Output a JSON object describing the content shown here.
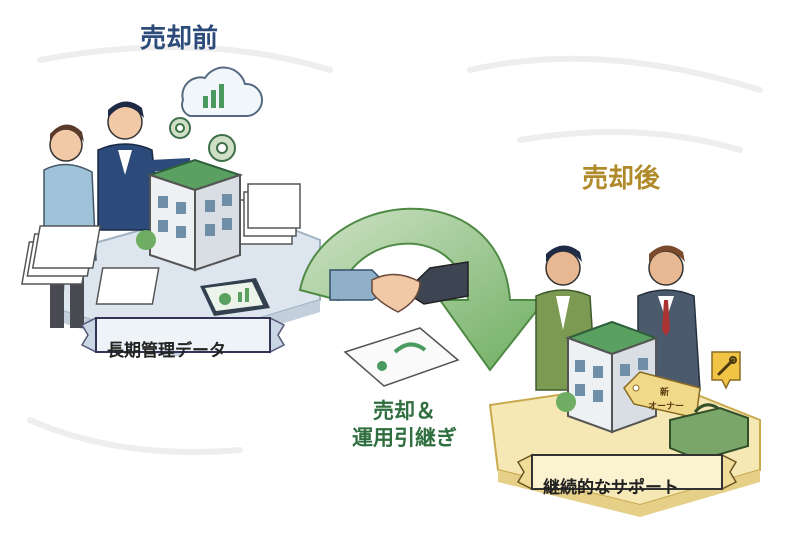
{
  "titles": {
    "before": "売却前",
    "after": "売却後"
  },
  "banners": {
    "left": "長期管理データ",
    "right": "継続的なサポート"
  },
  "process": {
    "line1": "売却＆",
    "line2": "運用引継ぎ"
  },
  "tag": {
    "line1": "新",
    "line2": "オーナー"
  },
  "colors": {
    "title_before": "#2c4a7a",
    "title_after": "#b08a2a",
    "process_text": "#2f6e3e",
    "arrow_green": "#8bbf7e",
    "platform_left": "#dde6ee",
    "platform_right": "#f6e8b4",
    "building_roof": "#5aa060"
  }
}
